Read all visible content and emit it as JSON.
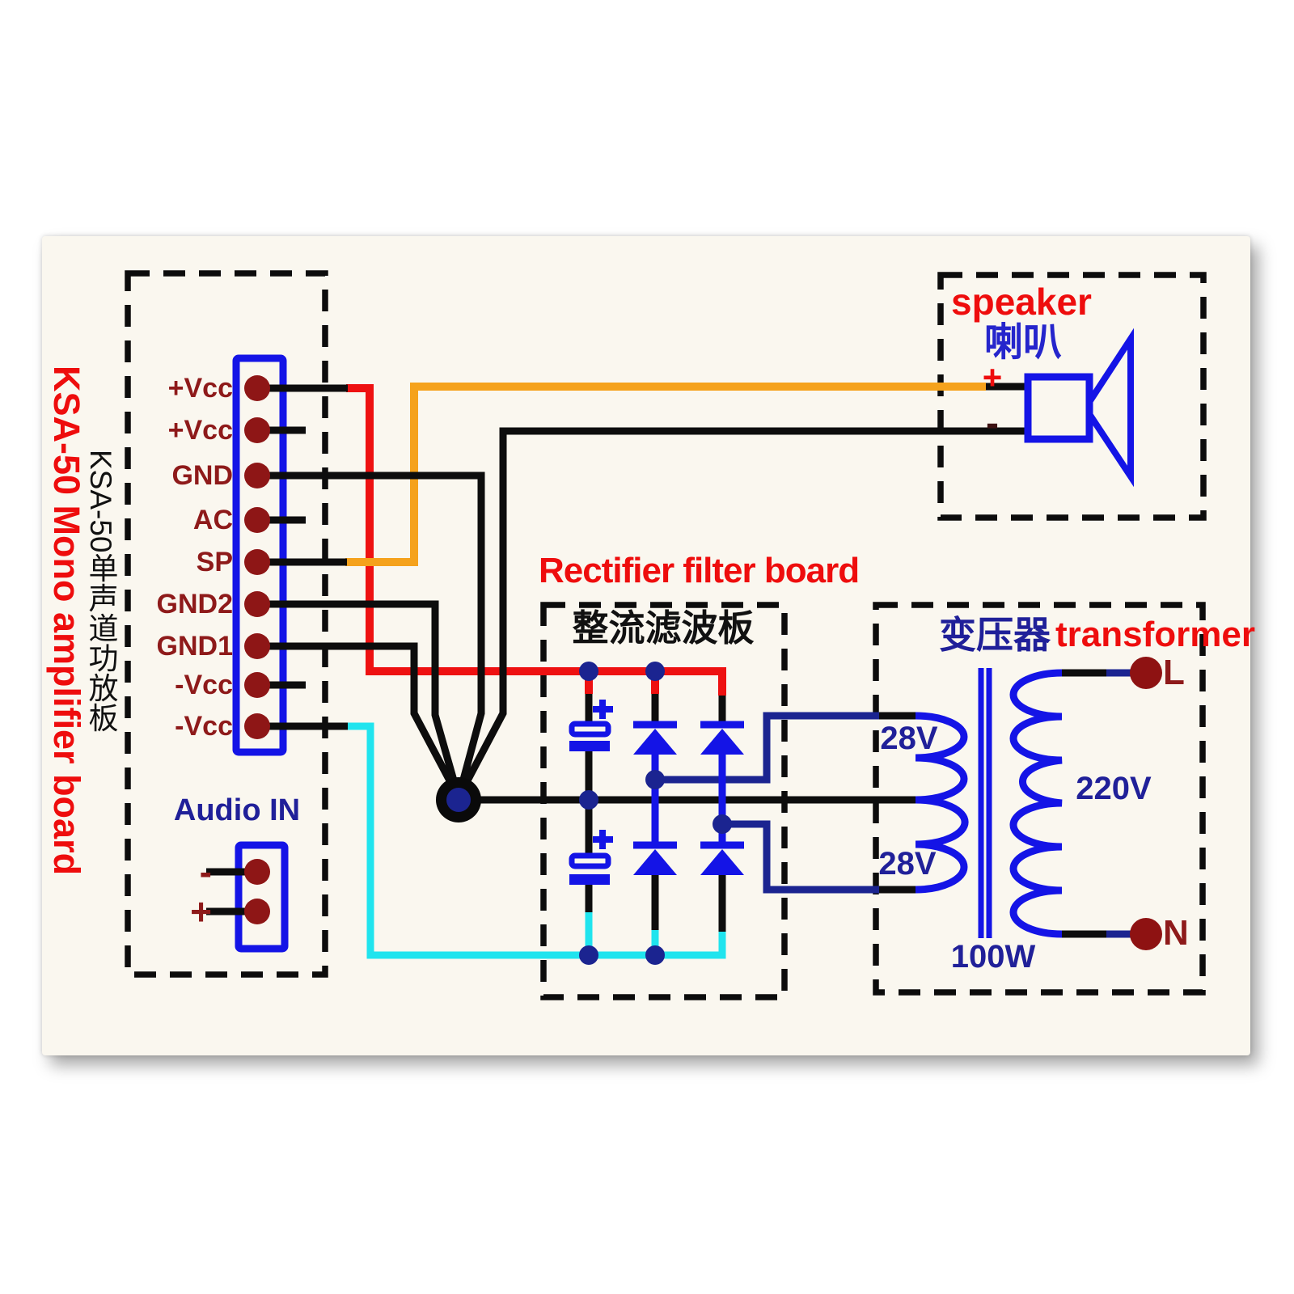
{
  "amplifier_board": {
    "title_en": "KSA-50 Mono amplifier board",
    "title_cn": "KSA-50单声道功放板",
    "pins": [
      "+Vcc",
      "+Vcc",
      "GND",
      "AC",
      "SP",
      "GND2",
      "GND1",
      "-Vcc",
      "-Vcc"
    ],
    "audio_in": {
      "label": "Audio IN",
      "minus": "-",
      "plus": "+"
    }
  },
  "speaker": {
    "label_en": "speaker",
    "label_cn": "喇叭",
    "plus": "+",
    "minus": "-"
  },
  "rectifier_board": {
    "label_en": "Rectifier filter board",
    "label_cn": "整流滤波板"
  },
  "transformer": {
    "label_cn": "变压器",
    "label_en": "transformer",
    "primary_winding_top": "28V",
    "primary_winding_bottom": "28V",
    "secondary_voltage": "220V",
    "power": "100W",
    "terminal_live": "L",
    "terminal_neutral": "N"
  },
  "colors": {
    "page_bg": "#faf7ef",
    "wire_red": "#ee1111",
    "wire_orange": "#f5a21c",
    "wire_cyan": "#20e4ee",
    "wire_black": "#0d0d0d",
    "wire_navy": "#1b2490",
    "component_blue": "#1414e6",
    "pin_maroon": "#8e1616",
    "label_maroon": "#8e1a1a",
    "title_red": "#ee0d0d",
    "text_navy": "#202099"
  }
}
